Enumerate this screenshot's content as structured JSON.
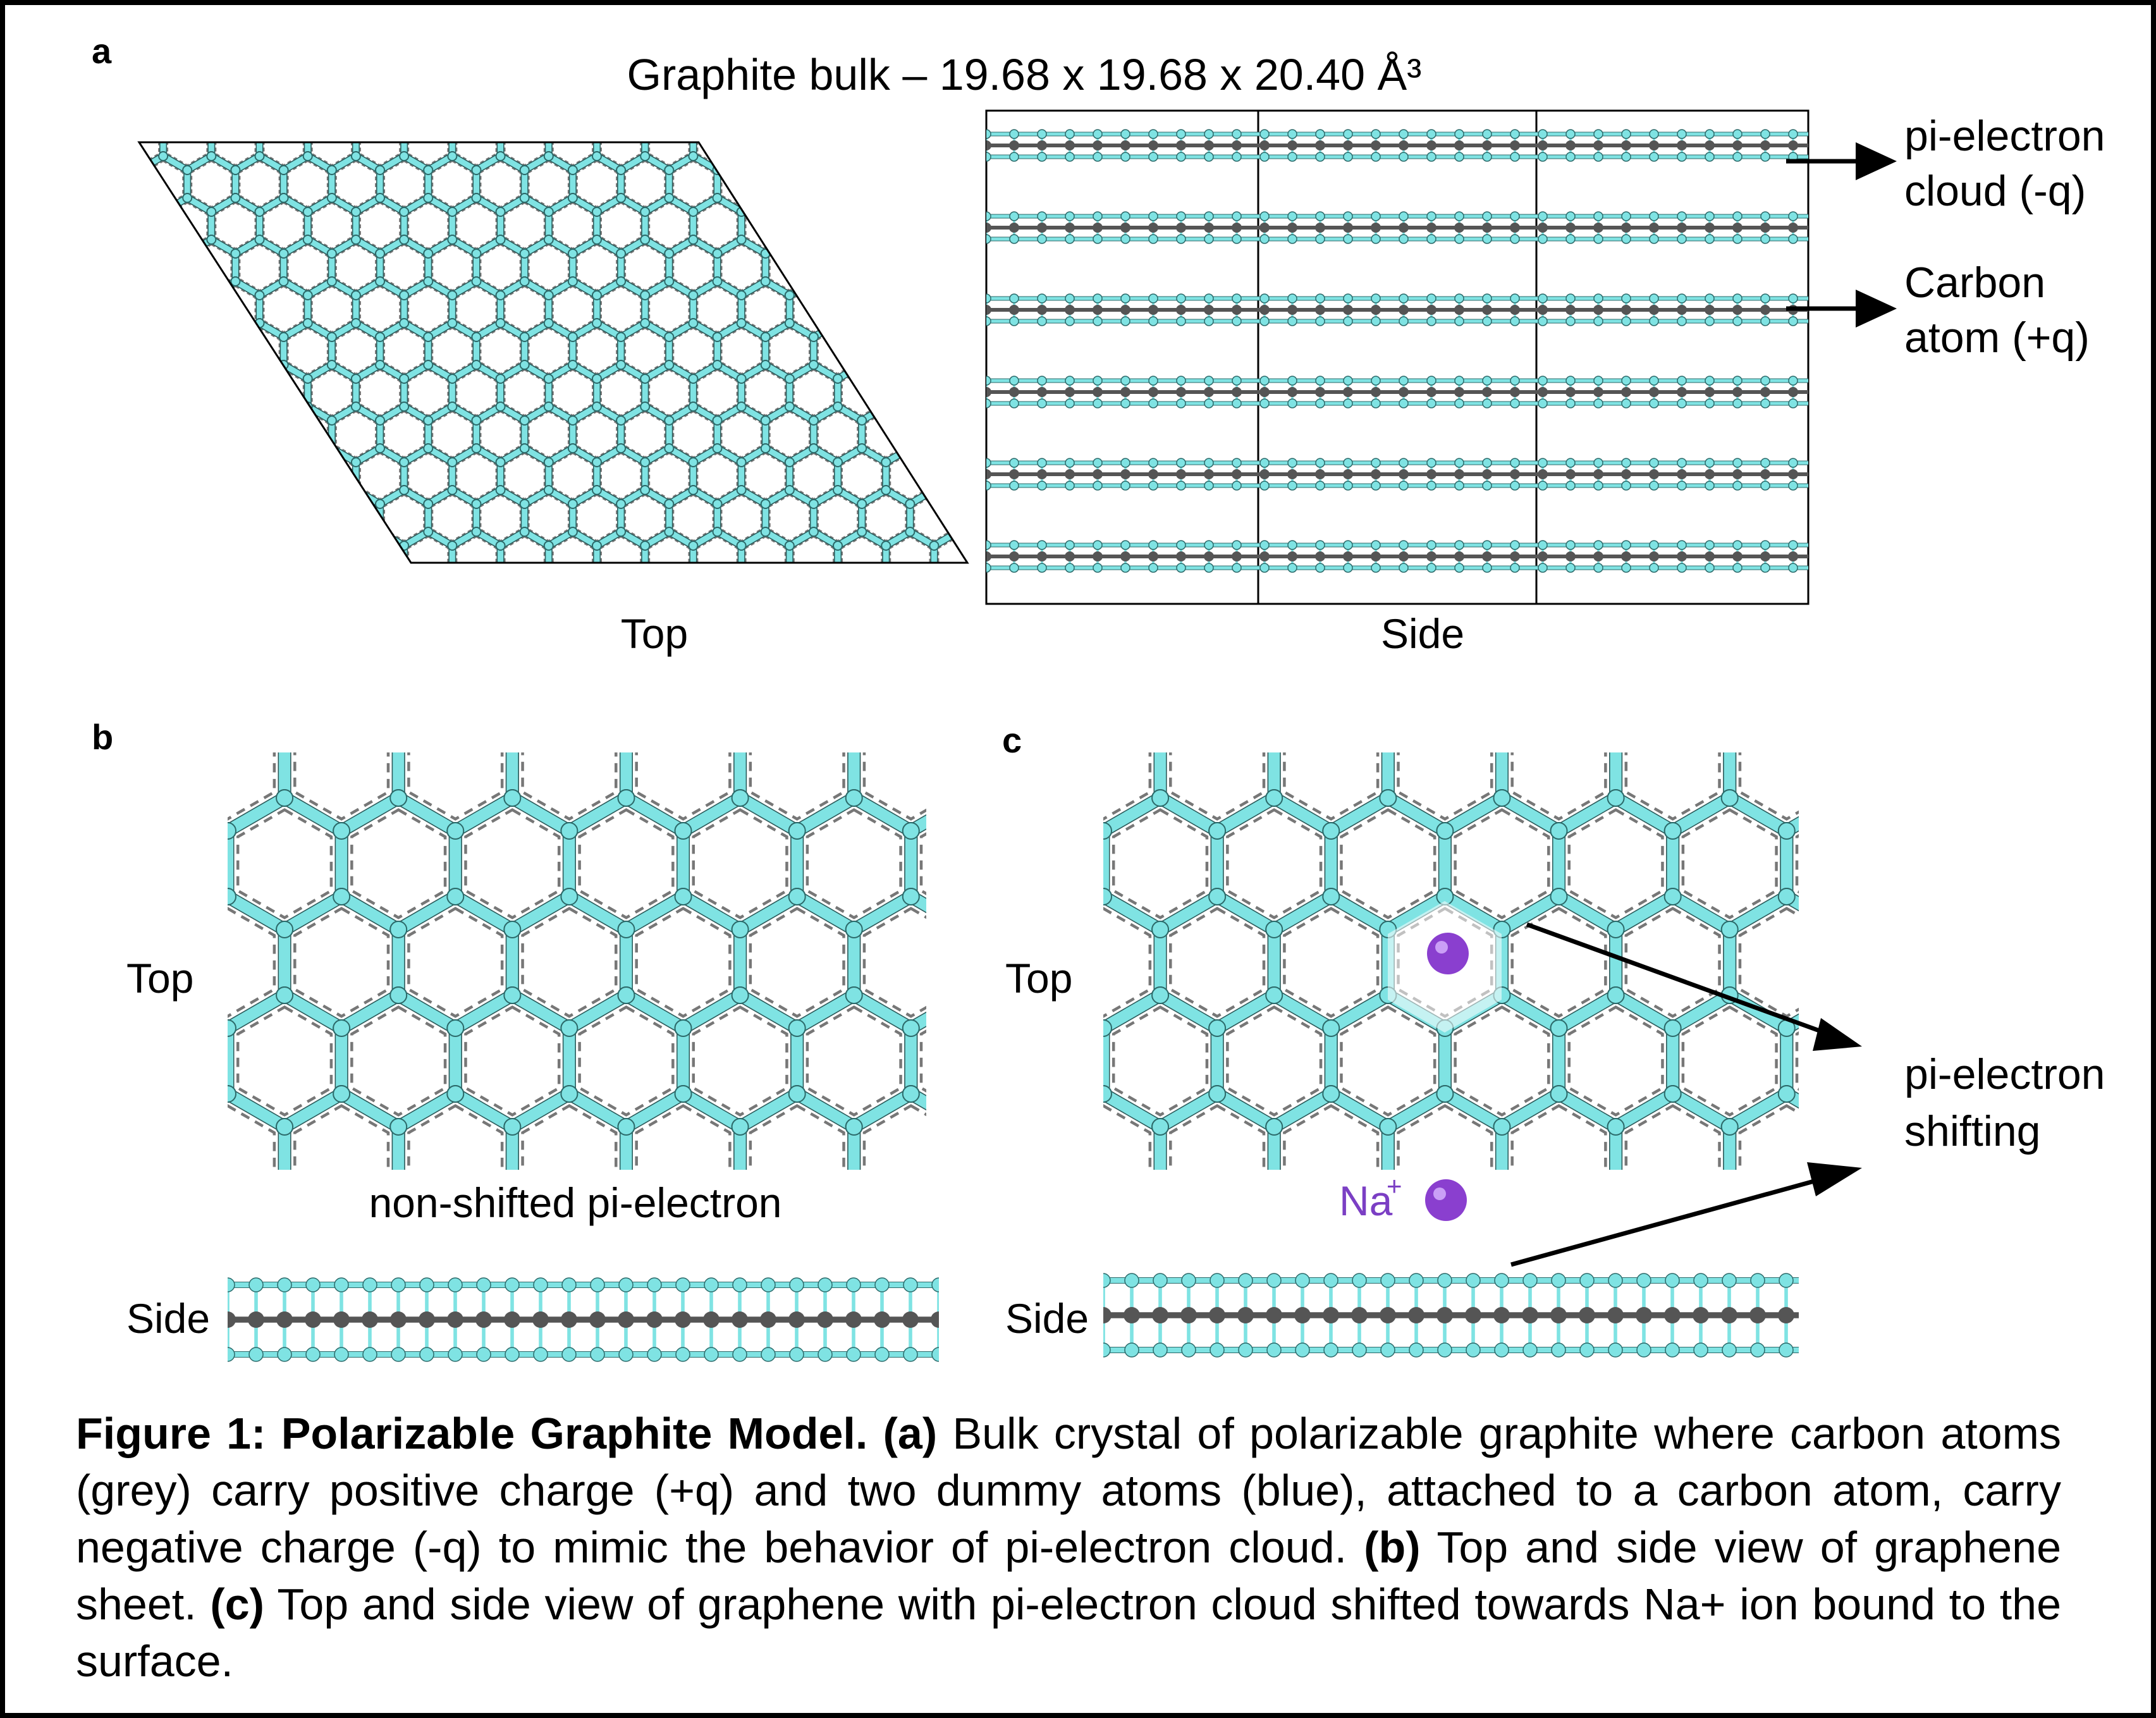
{
  "panel_a": {
    "letter": "a",
    "title": "Graphite bulk – 19.68 x 19.68 x 20.40 Å³",
    "top_label": "Top",
    "side_label": "Side",
    "callouts": {
      "pi_cloud_line1": "pi-electron",
      "pi_cloud_line2": "cloud (-q)",
      "carbon_line1": "Carbon",
      "carbon_line2": "atom (+q)"
    }
  },
  "panel_b": {
    "letter": "b",
    "top_label": "Top",
    "side_label": "Side",
    "caption": "non-shifted pi-electron"
  },
  "panel_c": {
    "letter": "c",
    "top_label": "Top",
    "side_label": "Side",
    "ion_label": "Na",
    "ion_charge": "+",
    "callout_line1": "pi-electron",
    "callout_line2": "shifting"
  },
  "caption": {
    "figure_label": "Figure 1: Polarizable Graphite Model.",
    "a_tag": "(a)",
    "a_text": "Bulk crystal of polarizable graphite where carbon atoms (grey) carry positive charge (+q) and two dummy atoms (blue), attached to a carbon atom, carry negative charge (-q) to mimic the behavior of pi-electron cloud.",
    "b_tag": "(b)",
    "b_text": "Top and side view of graphene sheet.",
    "c_tag": "(c)",
    "c_text": "Top and side view of graphene with pi-electron cloud shifted towards Na+ ion bound to the surface."
  },
  "colors": {
    "dummy_atom": "#7fe3e3",
    "carbon_atom": "#555555",
    "sodium_ion": "#8a3fcf",
    "ion_label": "#7b3fc4"
  }
}
